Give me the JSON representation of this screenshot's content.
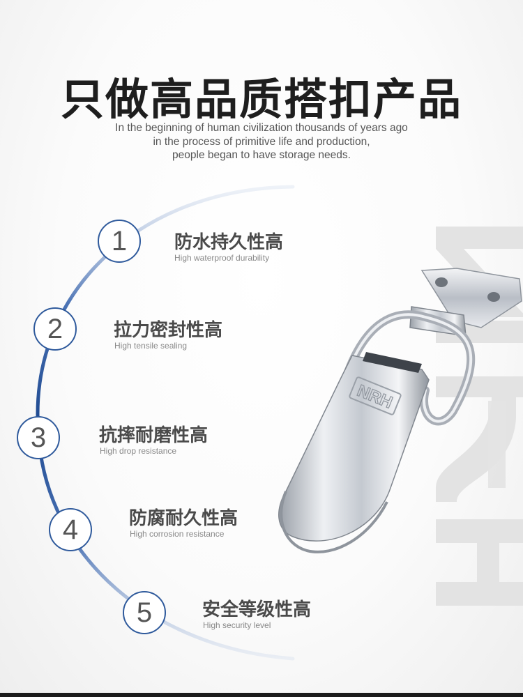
{
  "header": {
    "title": "只做高品质搭扣产品",
    "subtitle_lines": [
      "In the beginning of human civilization thousands of years ago",
      "in the process of primitive life and production,",
      "people began to have storage needs."
    ]
  },
  "features": [
    {
      "number": "1",
      "title": "防水持久性高",
      "subtitle": "High waterproof durability"
    },
    {
      "number": "2",
      "title": "拉力密封性高",
      "subtitle": "High tensile sealing"
    },
    {
      "number": "3",
      "title": "抗摔耐磨性高",
      "subtitle": "High drop resistance"
    },
    {
      "number": "4",
      "title": "防腐耐久性高",
      "subtitle": "High corrosion resistance"
    },
    {
      "number": "5",
      "title": "安全等级性高",
      "subtitle": "High security level"
    }
  ],
  "product": {
    "brand_mark": "NRH",
    "watermark": "NRH"
  },
  "colors": {
    "accent_blue": "#2f5a9c",
    "title_dark": "#1e1e1e",
    "feature_gray": "#4a4a4a"
  }
}
